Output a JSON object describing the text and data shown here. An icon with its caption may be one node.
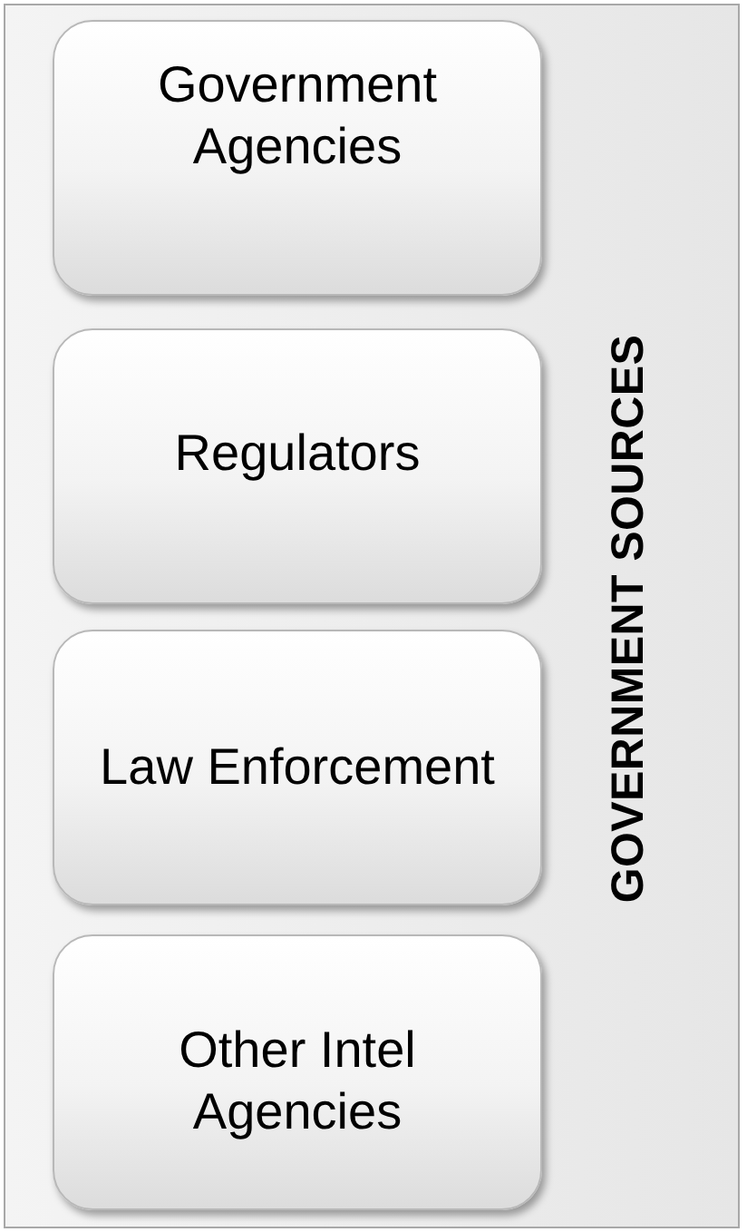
{
  "diagram": {
    "nodes": [
      {
        "text": [
          "GOVERNMENT SOURCES"
        ]
      },
      {
        "text": [
          "Government Agencies"
        ],
        "in": 0
      },
      {
        "text": [
          "Regulators"
        ],
        "in": 0
      },
      {
        "text": [
          "Law Enforcement"
        ],
        "in": 0
      },
      {
        "text": [
          "Other Intel Agencies"
        ],
        "in": 0
      }
    ]
  }
}
